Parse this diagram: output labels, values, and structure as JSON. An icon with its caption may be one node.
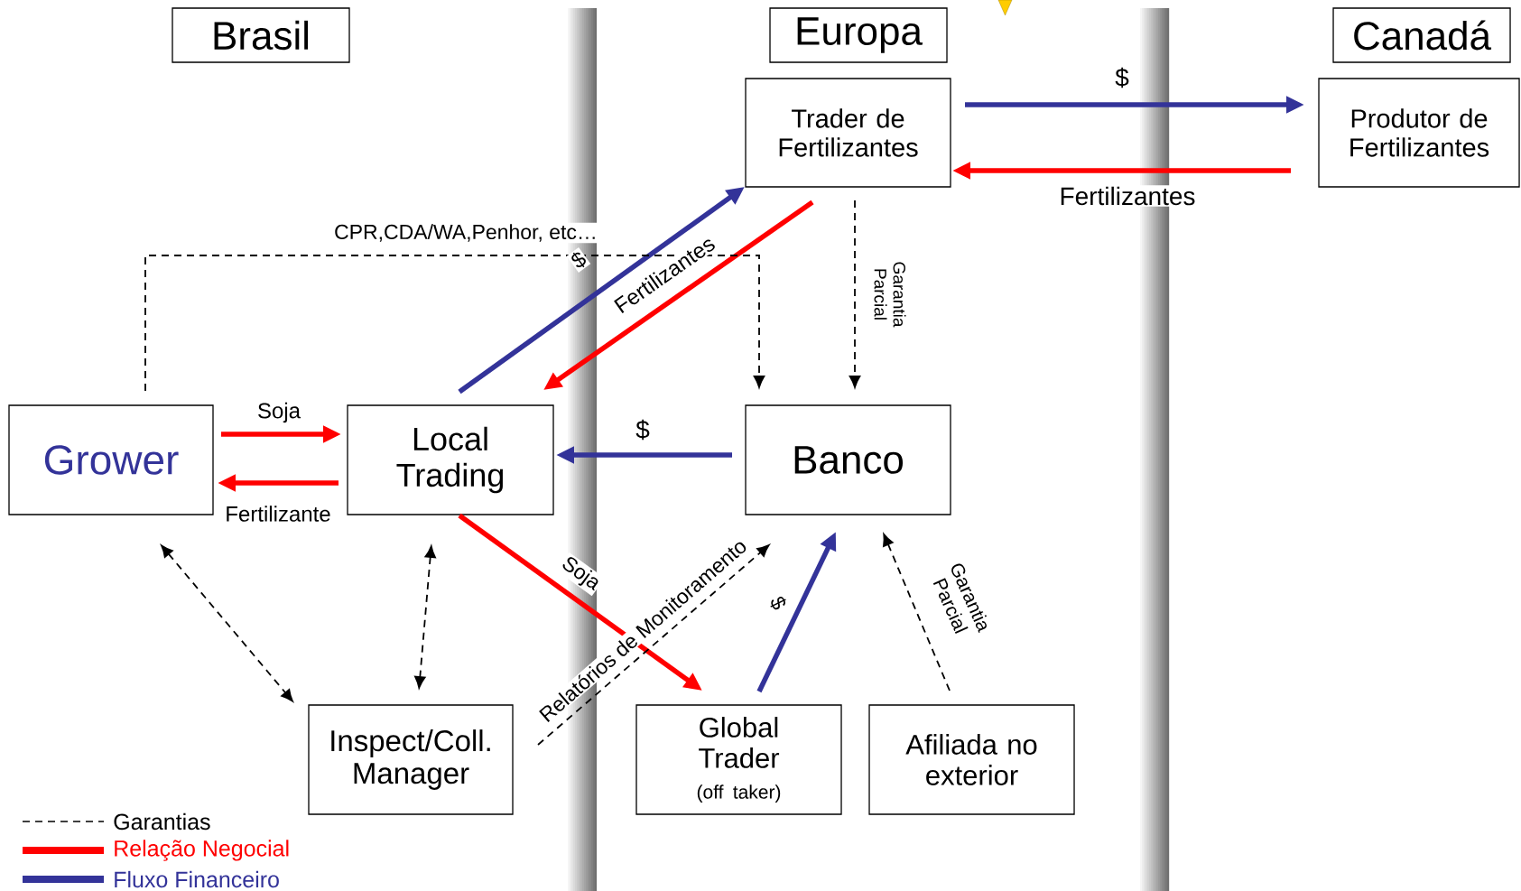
{
  "diagram": {
    "nodes": [
      {
        "text": [
          "Brasil"
        ]
      },
      {
        "text": [
          "Europa"
        ]
      },
      {
        "text": [
          "Canadá"
        ]
      },
      {
        "text": [
          "Trader de Fertilizantes"
        ]
      },
      {
        "text": [
          "Produtor de Fertilizantes"
        ]
      },
      {
        "text": [
          "Grower"
        ]
      },
      {
        "text": [
          "Local Trading"
        ]
      },
      {
        "text": [
          "Banco"
        ]
      },
      {
        "text": [
          "Inspect/Coll. Manager"
        ]
      },
      {
        "text": [
          "Global Trader",
          "(off taker)"
        ]
      },
      {
        "text": [
          "Afiliada no exterior"
        ]
      }
    ],
    "edges": [
      {
        "from": 5,
        "to": 6,
        "arrow": "to",
        "label": "Soja",
        "color": "#ff0000"
      },
      {
        "from": 6,
        "to": 5,
        "arrow": "to",
        "label": "Fertilizante",
        "color": "#ff0000"
      },
      {
        "from": 6,
        "to": 3,
        "arrow": "to",
        "label": "$",
        "color": "#333399"
      },
      {
        "from": 3,
        "to": 6,
        "arrow": "to",
        "label": "Fertilizantes",
        "color": "#ff0000"
      },
      {
        "from": 3,
        "to": 4,
        "arrow": "to",
        "label": "$",
        "color": "#333399"
      },
      {
        "from": 4,
        "to": 3,
        "arrow": "to",
        "label": "Fertilizantes",
        "color": "#ff0000"
      },
      {
        "from": 7,
        "to": 6,
        "arrow": "to",
        "label": "$",
        "color": "#333399"
      },
      {
        "from": 5,
        "to": 7,
        "arrow": "to",
        "label": "CPR,CDA/WA,Penhor, etc…",
        "style": "dashed"
      },
      {
        "from": 3,
        "to": 7,
        "arrow": "to",
        "label": "Garantia Parcial",
        "style": "dashed"
      },
      {
        "from": 5,
        "to": 8,
        "arrow": "both",
        "style": "dashed"
      },
      {
        "from": 6,
        "to": 8,
        "arrow": "both",
        "style": "dashed"
      },
      {
        "from": 6,
        "to": 9,
        "arrow": "to",
        "label": "Soja",
        "color": "#ff0000"
      },
      {
        "from": 8,
        "to": 7,
        "arrow": "to",
        "label": "Relatórios de Monitoramento",
        "style": "dashed"
      },
      {
        "from": 9,
        "to": 7,
        "arrow": "to",
        "label": "$",
        "color": "#333399"
      },
      {
        "from": 10,
        "to": 7,
        "arrow": "to",
        "label": "Garantia Parcial",
        "style": "dashed"
      }
    ],
    "legend": [
      {
        "text": "Garantias"
      },
      {
        "text": "Relação Negocial",
        "color": "#ff0000"
      },
      {
        "text": "Fluxo Financeiro",
        "color": "#333399"
      }
    ]
  }
}
